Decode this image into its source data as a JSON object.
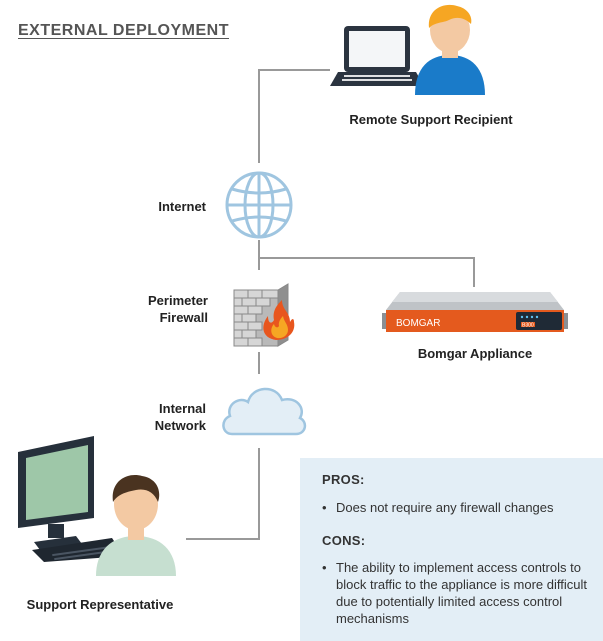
{
  "title": "EXTERNAL DEPLOYMENT",
  "nodes": {
    "recipient": "Remote Support Recipient",
    "internet": "Internet",
    "firewall_l1": "Perimeter",
    "firewall_l2": "Firewall",
    "appliance": "Bomgar Appliance",
    "appliance_brand": "BOMGAR",
    "appliance_model": "B300",
    "network_l1": "Internal",
    "network_l2": "Network",
    "representative": "Support Representative"
  },
  "panel": {
    "pros_heading": "PROS:",
    "pros_items": [
      "Does not require any firewall changes"
    ],
    "cons_heading": "CONS:",
    "cons_items": [
      "The ability to implement access controls to block traffic to the appliance is more difficult due to potentially limited access control mechanisms"
    ]
  },
  "colors": {
    "line": "#999999",
    "globe": "#9fc5e0",
    "person_blue": "#1a7bc9",
    "person_green": "#c6dfd0",
    "skin": "#f3c9a3",
    "appliance_orange": "#e45a1e",
    "panel_bg": "#e3eef6"
  }
}
